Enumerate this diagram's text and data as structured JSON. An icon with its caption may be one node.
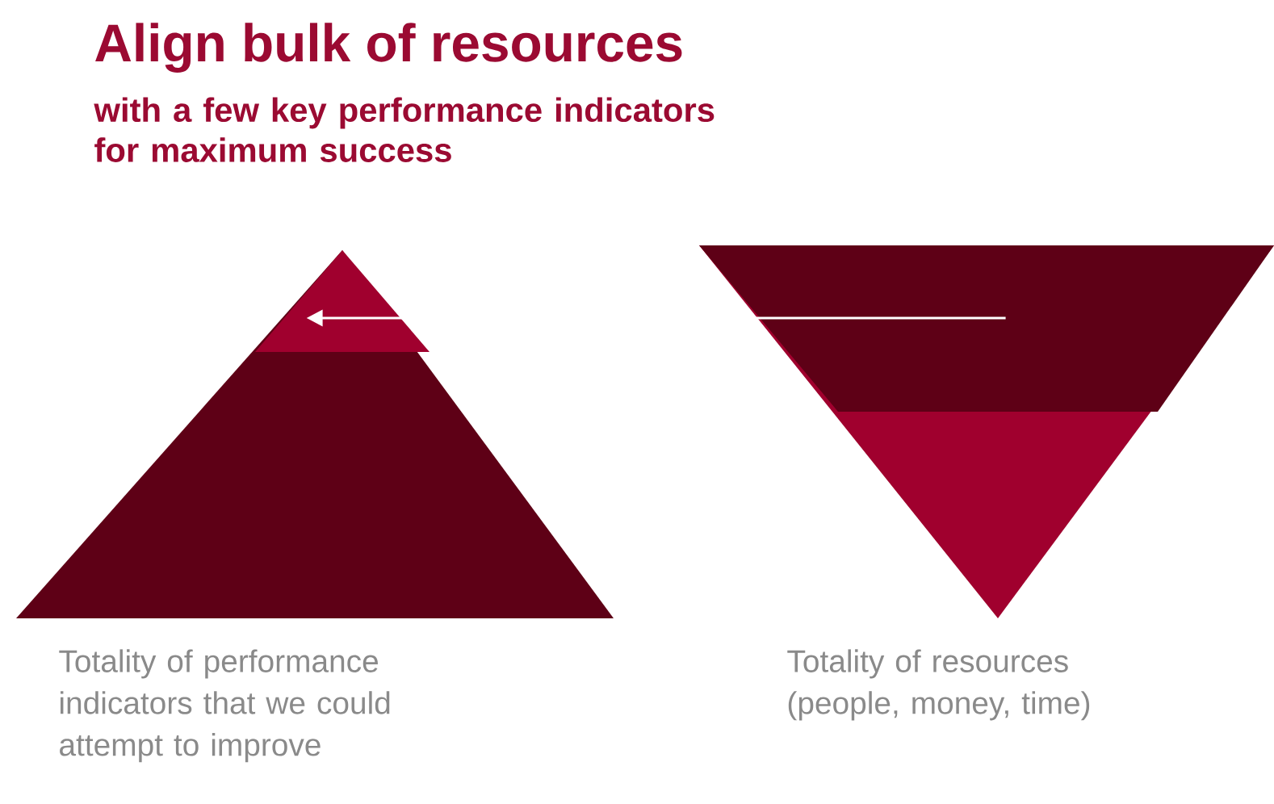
{
  "diagram": {
    "title": "Align bulk of resources",
    "caption": "with a few key performance indicators for maximum success",
    "nodes": [
      {
        "text": [],
        "shape": "triangle",
        "beside": [
          "Totality of performance indicators that we could attempt to improve"
        ]
      },
      {
        "text": [],
        "shape": "triangle",
        "in": 0
      },
      {
        "text": [],
        "shape": "triangle",
        "beside": [
          "Totality of resources (people, money, time)"
        ]
      },
      {
        "text": [],
        "shape": "band",
        "in": 2
      }
    ],
    "edges": [
      {
        "from": 3,
        "to": 1,
        "arrow": "to",
        "color": "#ffffff"
      }
    ]
  }
}
